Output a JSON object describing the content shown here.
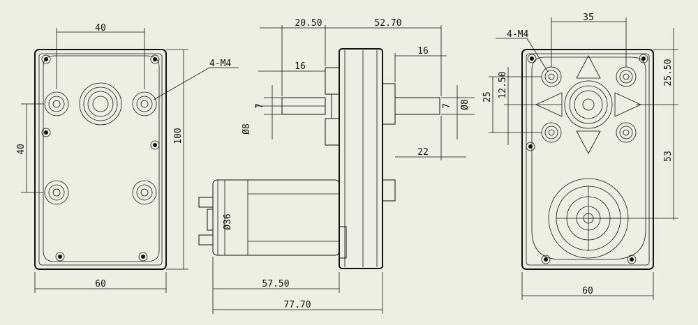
{
  "colors": {
    "background": "#edeee4",
    "line": "#111111"
  },
  "front_view": {
    "dim_top": "40",
    "dim_left": "40",
    "dim_right": "100",
    "dim_bottom": "60",
    "callout": "4-M4"
  },
  "side_view": {
    "dim_20_50": "20.50",
    "dim_52_70": "52.70",
    "dim_16_left": "16",
    "dim_16_right": "16",
    "dim_7_left": "7",
    "dim_7_right": "7",
    "dim_phi8_left": "Ø8",
    "dim_phi8_right": "Ø8",
    "dim_22": "22",
    "dim_phi36": "Ø36",
    "dim_57_50": "57.50",
    "dim_77_70": "77.70"
  },
  "rear_view": {
    "callout": "4-M4",
    "dim_35": "35",
    "dim_25_50": "25.50",
    "dim_25": "25",
    "dim_12_50": "12.50",
    "dim_53": "53",
    "dim_60": "60"
  }
}
